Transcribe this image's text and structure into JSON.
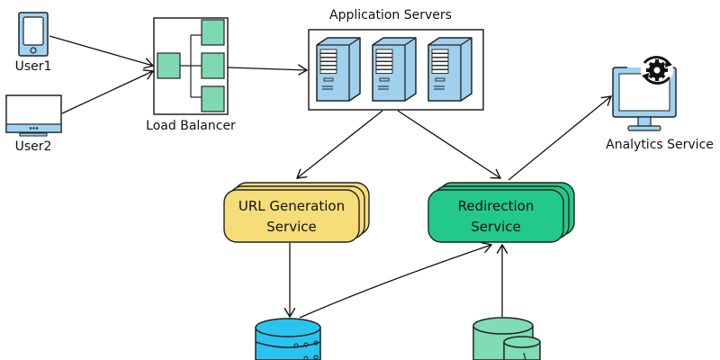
{
  "diagram": {
    "nodes": {
      "user1": {
        "label": "User1",
        "icon": "mobile-phone-icon"
      },
      "user2": {
        "label": "User2",
        "icon": "desktop-monitor-icon"
      },
      "load_balancer": {
        "label": "Load Balancer"
      },
      "app_servers": {
        "label": "Application Servers",
        "count": 3,
        "icon": "server-tower-icon"
      },
      "analytics": {
        "label": "Analytics Service",
        "icon": "monitor-gear-icon"
      },
      "url_gen": {
        "label_line1": "URL Generation",
        "label_line2": "Service"
      },
      "redirection": {
        "label_line1": "Redirection",
        "label_line2": "Service"
      },
      "database": {
        "icon": "database-icon"
      },
      "cache": {
        "icon": "cache-cylinders-icon"
      }
    },
    "edges": [
      {
        "from": "User1",
        "to": "Load Balancer"
      },
      {
        "from": "User2",
        "to": "Load Balancer"
      },
      {
        "from": "Load Balancer",
        "to": "Application Servers"
      },
      {
        "from": "Application Servers",
        "to": "URL Generation Service"
      },
      {
        "from": "Application Servers",
        "to": "Redirection Service"
      },
      {
        "from": "Redirection Service",
        "to": "Analytics Service"
      },
      {
        "from": "URL Generation Service",
        "to": "Database"
      },
      {
        "from": "Database",
        "to": "Redirection Service"
      },
      {
        "from": "Cache",
        "to": "Redirection Service"
      }
    ],
    "colors": {
      "device_blue": "#9fd3f3",
      "lb_green": "#7dd9b2",
      "server_blue": "#9fd0ee",
      "url_gen_yellow": "#f7dd7a",
      "redirection_green": "#22c98a",
      "db_cyan": "#29c3f0",
      "cache_green": "#7fdcb5"
    }
  }
}
